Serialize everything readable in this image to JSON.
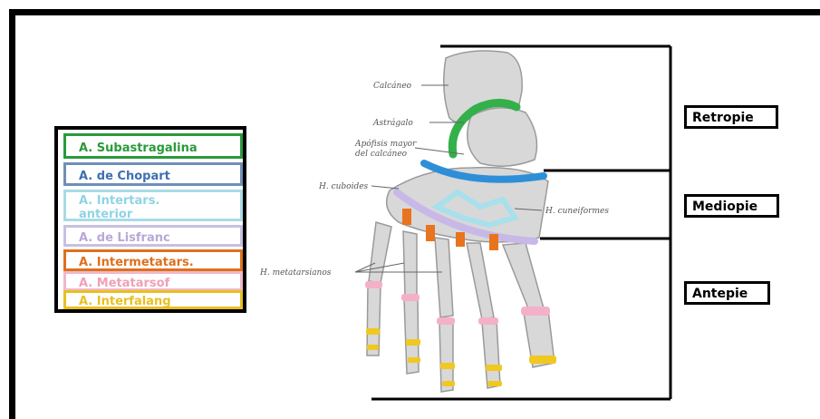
{
  "legend": {
    "items": [
      {
        "label": "A. Subastragalina",
        "color": "#2a9a3c",
        "border": "#2a9a3c"
      },
      {
        "label": "A. de Chopart",
        "color": "#3f6fb0",
        "border": "#6f8fb8"
      },
      {
        "label": "A. Intertars. anterior",
        "color": "#8fd4e4",
        "border": "#a8dbe6"
      },
      {
        "label": "A. de Lisfranc",
        "color": "#b8a8d8",
        "border": "#c8c0e0"
      },
      {
        "label": "A. Intermetatars.",
        "color": "#e0701c",
        "border": "#e0701c"
      },
      {
        "label": "A. Metatarsof",
        "color": "#f0a0b8",
        "border": "#f0b8c8"
      },
      {
        "label": "A. Interfalang",
        "color": "#e8c020",
        "border": "#e8c020"
      }
    ]
  },
  "regions": {
    "retropie": "Retropie",
    "mediopie": "Mediopie",
    "antepie": "Antepie"
  },
  "annotations": {
    "calcaneo": "Calcáneo",
    "astragalo": "Astrágalo",
    "apofisis_1": "Apófisis mayor",
    "apofisis_2": "del calcáneo",
    "cuboides": "H. cuboides",
    "cuneiformes": "H. cuneiformes",
    "metatarsianos": "H. metatarsianos"
  },
  "colors": {
    "bone": "#d6d6d6",
    "bone_shadow": "#a9a9a9",
    "subastragalina": "#33b04a",
    "chopart": "#2e8fd8",
    "intertarsal": "#a8e0ec",
    "lisfranc": "#c8b8e8",
    "intermetatarsal": "#e8741e",
    "metatarsofalangica": "#f4b0c8",
    "interfalangica": "#f0c820"
  }
}
